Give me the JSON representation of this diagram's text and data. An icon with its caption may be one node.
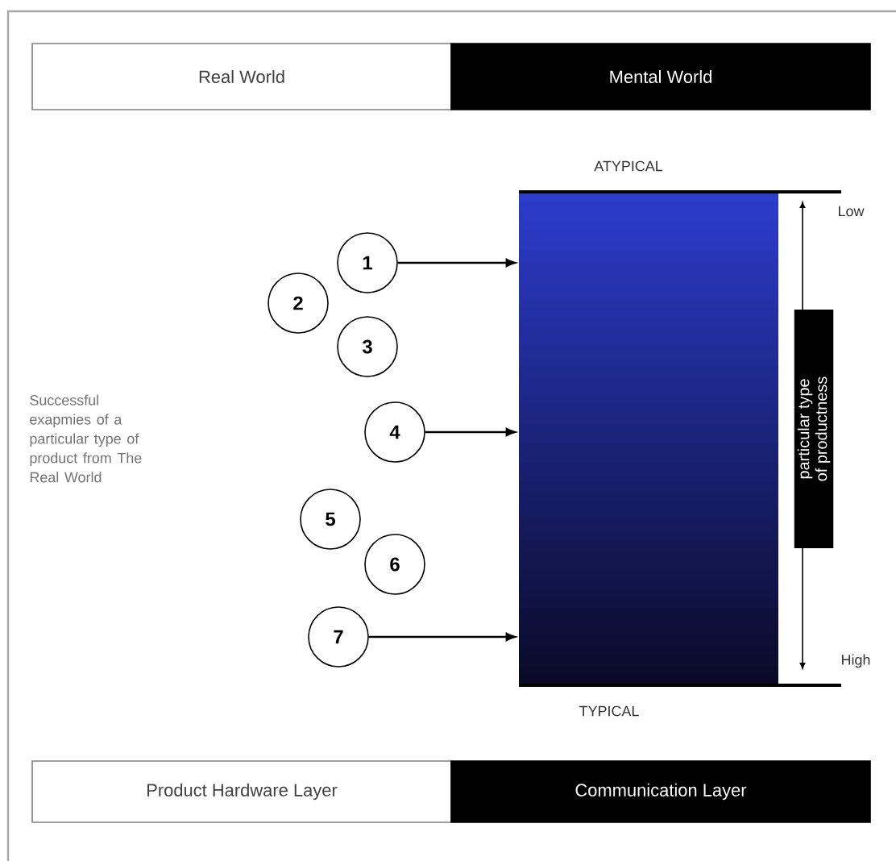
{
  "diagram": {
    "nodes": [
      {
        "text": [
          "Real World"
        ]
      },
      {
        "text": [
          "Mental World"
        ]
      },
      {
        "text": [
          "1"
        ]
      },
      {
        "text": [
          "2"
        ]
      },
      {
        "text": [
          "3"
        ]
      },
      {
        "text": [
          "4"
        ]
      },
      {
        "text": [
          "5"
        ]
      },
      {
        "text": [
          "6"
        ]
      },
      {
        "text": [
          "7"
        ]
      },
      {
        "text": [],
        "shape": "bar"
      },
      {
        "text": [
          "particular type of productness"
        ]
      },
      {
        "text": [
          "Product Hardware Layer"
        ]
      },
      {
        "text": [
          "Communication Layer"
        ]
      }
    ],
    "edges": [
      {
        "from": 2,
        "to": 9,
        "arrow": "to"
      },
      {
        "from": 5,
        "to": 9,
        "arrow": "to"
      },
      {
        "from": 8,
        "to": 9,
        "arrow": "to"
      }
    ],
    "labels": [
      "ATYPICAL",
      "Low",
      "Successful exapmies of a particular type of product from The Real World",
      "High",
      "TYPICAL"
    ]
  }
}
